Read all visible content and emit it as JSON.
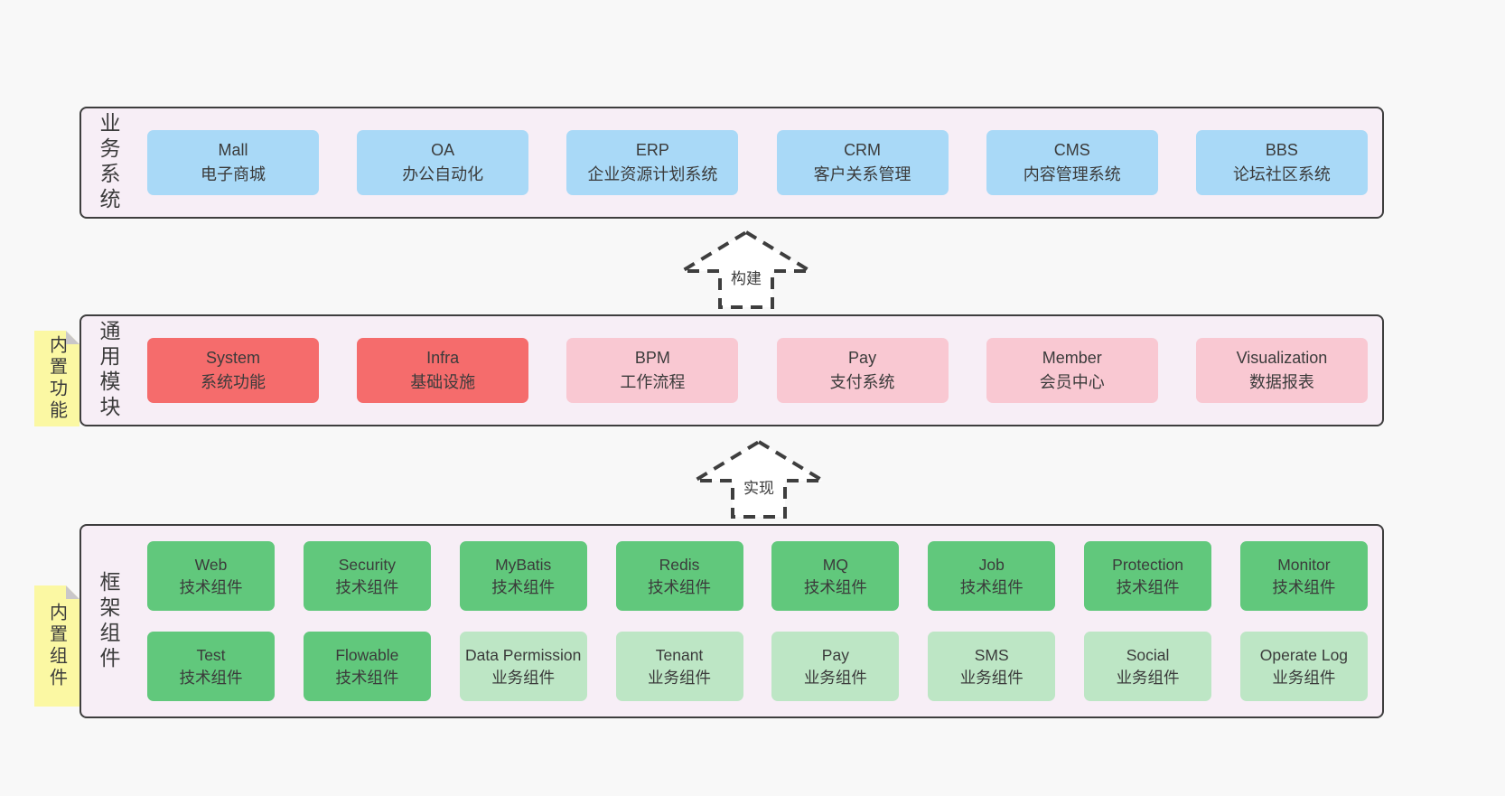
{
  "colors": {
    "page_bg": "#f8f8f8",
    "band_bg": "#f7eef6",
    "band_border": "#3e3e3e",
    "blue": "#a9d9f7",
    "red": "#f56c6c",
    "pink": "#f9c8d2",
    "green": "#61c87c",
    "light_green": "#bde6c5",
    "sticky_yellow": "#fbf8a3",
    "sticky_fold": "#c9c7c9",
    "text": "#3b3b3b"
  },
  "arrows": [
    {
      "label": "构建"
    },
    {
      "label": "实现"
    }
  ],
  "bands": [
    {
      "label": "业务系统",
      "boxes": [
        {
          "title": "Mall",
          "subtitle": "电子商城"
        },
        {
          "title": "OA",
          "subtitle": "办公自动化"
        },
        {
          "title": "ERP",
          "subtitle": "企业资源计划系统"
        },
        {
          "title": "CRM",
          "subtitle": "客户关系管理"
        },
        {
          "title": "CMS",
          "subtitle": "内容管理系统"
        },
        {
          "title": "BBS",
          "subtitle": "论坛社区系统"
        }
      ]
    },
    {
      "label": "通用模块",
      "sticky": "内置功能",
      "boxes": [
        {
          "title": "System",
          "subtitle": "系统功能"
        },
        {
          "title": "Infra",
          "subtitle": "基础设施"
        },
        {
          "title": "BPM",
          "subtitle": "工作流程"
        },
        {
          "title": "Pay",
          "subtitle": "支付系统"
        },
        {
          "title": "Member",
          "subtitle": "会员中心"
        },
        {
          "title": "Visualization",
          "subtitle": "数据报表"
        }
      ]
    },
    {
      "label": "框架组件",
      "sticky": "内置组件",
      "rows": [
        [
          {
            "title": "Web",
            "subtitle": "技术组件"
          },
          {
            "title": "Security",
            "subtitle": "技术组件"
          },
          {
            "title": "MyBatis",
            "subtitle": "技术组件"
          },
          {
            "title": "Redis",
            "subtitle": "技术组件"
          },
          {
            "title": "MQ",
            "subtitle": "技术组件"
          },
          {
            "title": "Job",
            "subtitle": "技术组件"
          },
          {
            "title": "Protection",
            "subtitle": "技术组件"
          },
          {
            "title": "Monitor",
            "subtitle": "技术组件"
          }
        ],
        [
          {
            "title": "Test",
            "subtitle": "技术组件"
          },
          {
            "title": "Flowable",
            "subtitle": "技术组件"
          },
          {
            "title": "Data Permission",
            "subtitle": "业务组件"
          },
          {
            "title": "Tenant",
            "subtitle": "业务组件"
          },
          {
            "title": "Pay",
            "subtitle": "业务组件"
          },
          {
            "title": "SMS",
            "subtitle": "业务组件"
          },
          {
            "title": "Social",
            "subtitle": "业务组件"
          },
          {
            "title": "Operate Log",
            "subtitle": "业务组件"
          }
        ]
      ]
    }
  ]
}
